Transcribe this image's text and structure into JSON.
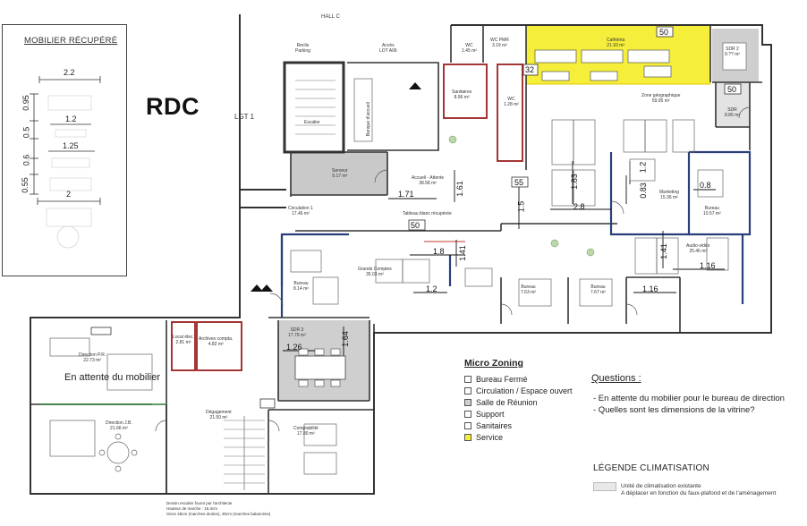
{
  "header": {
    "title": "RDC",
    "hall_label": "HALL C"
  },
  "mobilier": {
    "title": "MOBILIER RÉCUPÉRÉ",
    "dims": [
      "2.2",
      "0.95",
      "1.2",
      "0.5",
      "1.25",
      "0.6",
      "0.55",
      "2"
    ]
  },
  "rooms": {
    "reclis_parking": "Reclis\nParking",
    "acces_lot": "Accès\nLOT A06",
    "escalier": "Escalier",
    "lgt": "LGT 1",
    "wc": "WC\n1.45 m²",
    "wc_pmr": "WC PMR\n3.19 m²",
    "sanitaires": "Sanitaires\n8.96 m²",
    "wc2": "WC\n1.28 m²",
    "cafeteria": "Cafétéria\n21.93 m²",
    "sdr2": "SDR 2\n9.?? m²",
    "sdr_small": "SDR\n8.86 m²",
    "zone_geo": "Zone géographique\n59.05 m²",
    "banque": "Banque d'accueil",
    "serveur": "Serveur\n9.17 m²",
    "accueil": "Accueil - Attente\n38.58 m²",
    "circulation": "Circulation 1\n17.46 m²",
    "marketing": "Marketing\n15.36 m²",
    "bureau_r": "Bureau\n10.57 m²",
    "audio": "Audio-vidéo\n25.46 m²",
    "grands": "Grands Comptes\n35.03 m²",
    "bureau_a": "Bureau\n8.14 m²",
    "bureau_b": "Bureau\n7.63 m²",
    "bureau_c": "Bureau\n7.67 m²",
    "direction_pr": "Direction P.R.\n22.73 m²",
    "local_elec": "Local élec.\n2.81 m²",
    "archives": "Archives compta.\n4.82 m²",
    "sdr3": "SDR 3\n17.79 m²",
    "direction_jb": "Direction J.B.\n21.66 m²",
    "degagement": "Dégagement\n21.50 m²",
    "comptabilite": "Comptabilité\n17.80 m²",
    "tableau": "Tableau blanc récupérée"
  },
  "measures": {
    "m_32": "32",
    "m_50a": "50",
    "m_50b": "50",
    "m_55": "55",
    "m_50c": "50",
    "m_171": "1.71",
    "m_161": "1.61",
    "m_15": "1.5",
    "m_183": "1.83",
    "m_28": "2.8",
    "m_12a": "1.2",
    "m_083": "0.83",
    "m_08": "0.8",
    "m_141a": "1.41",
    "m_116a": "1.16",
    "m_18": "1.8",
    "m_141b": "1.41",
    "m_12b": "1.2",
    "m_116b": "1.16",
    "m_164": "1.64",
    "m_126": "1.26"
  },
  "notes": {
    "attente": "En attente du mobilier",
    "stairs": "Dessin escalier fourni par l'architecte\nHauteur de marche : 16.3cm\nGiron 28cm (marches droites), 30cm (marches balancées)"
  },
  "legend": {
    "title": "Micro Zoning",
    "items": [
      {
        "label": "Bureau Fermé",
        "color": "#ffffff"
      },
      {
        "label": "Circulation / Espace ouvert",
        "color": "#ffffff"
      },
      {
        "label": "Salle de Réunion",
        "color": "#cfcfcf"
      },
      {
        "label": "Support",
        "color": "#ffffff"
      },
      {
        "label": "Sanitaires",
        "color": "#ffffff"
      },
      {
        "label": "Service",
        "color": "#f5ee3a"
      }
    ]
  },
  "questions": {
    "title": "Questions :",
    "lines": [
      "- En attente du mobilier pour le bureau de direction",
      "- Quelles sont les dimensions de la vitrine?"
    ]
  },
  "climatisation": {
    "title": "LÉGENDE CLIMATISATION",
    "lines": [
      "Unité de climatisation existante",
      "A déplacer en fonction du faux-plafond et de l'aménagement"
    ]
  },
  "colors": {
    "service_yellow": "#f5ee3a",
    "meeting_gray": "#cfcfcf",
    "server_gray": "#c9c9c9",
    "sanitary_red": "#9a2020",
    "office_blue": "#2a3f7a",
    "wall": "#333333",
    "green_line": "#2e7d32"
  }
}
